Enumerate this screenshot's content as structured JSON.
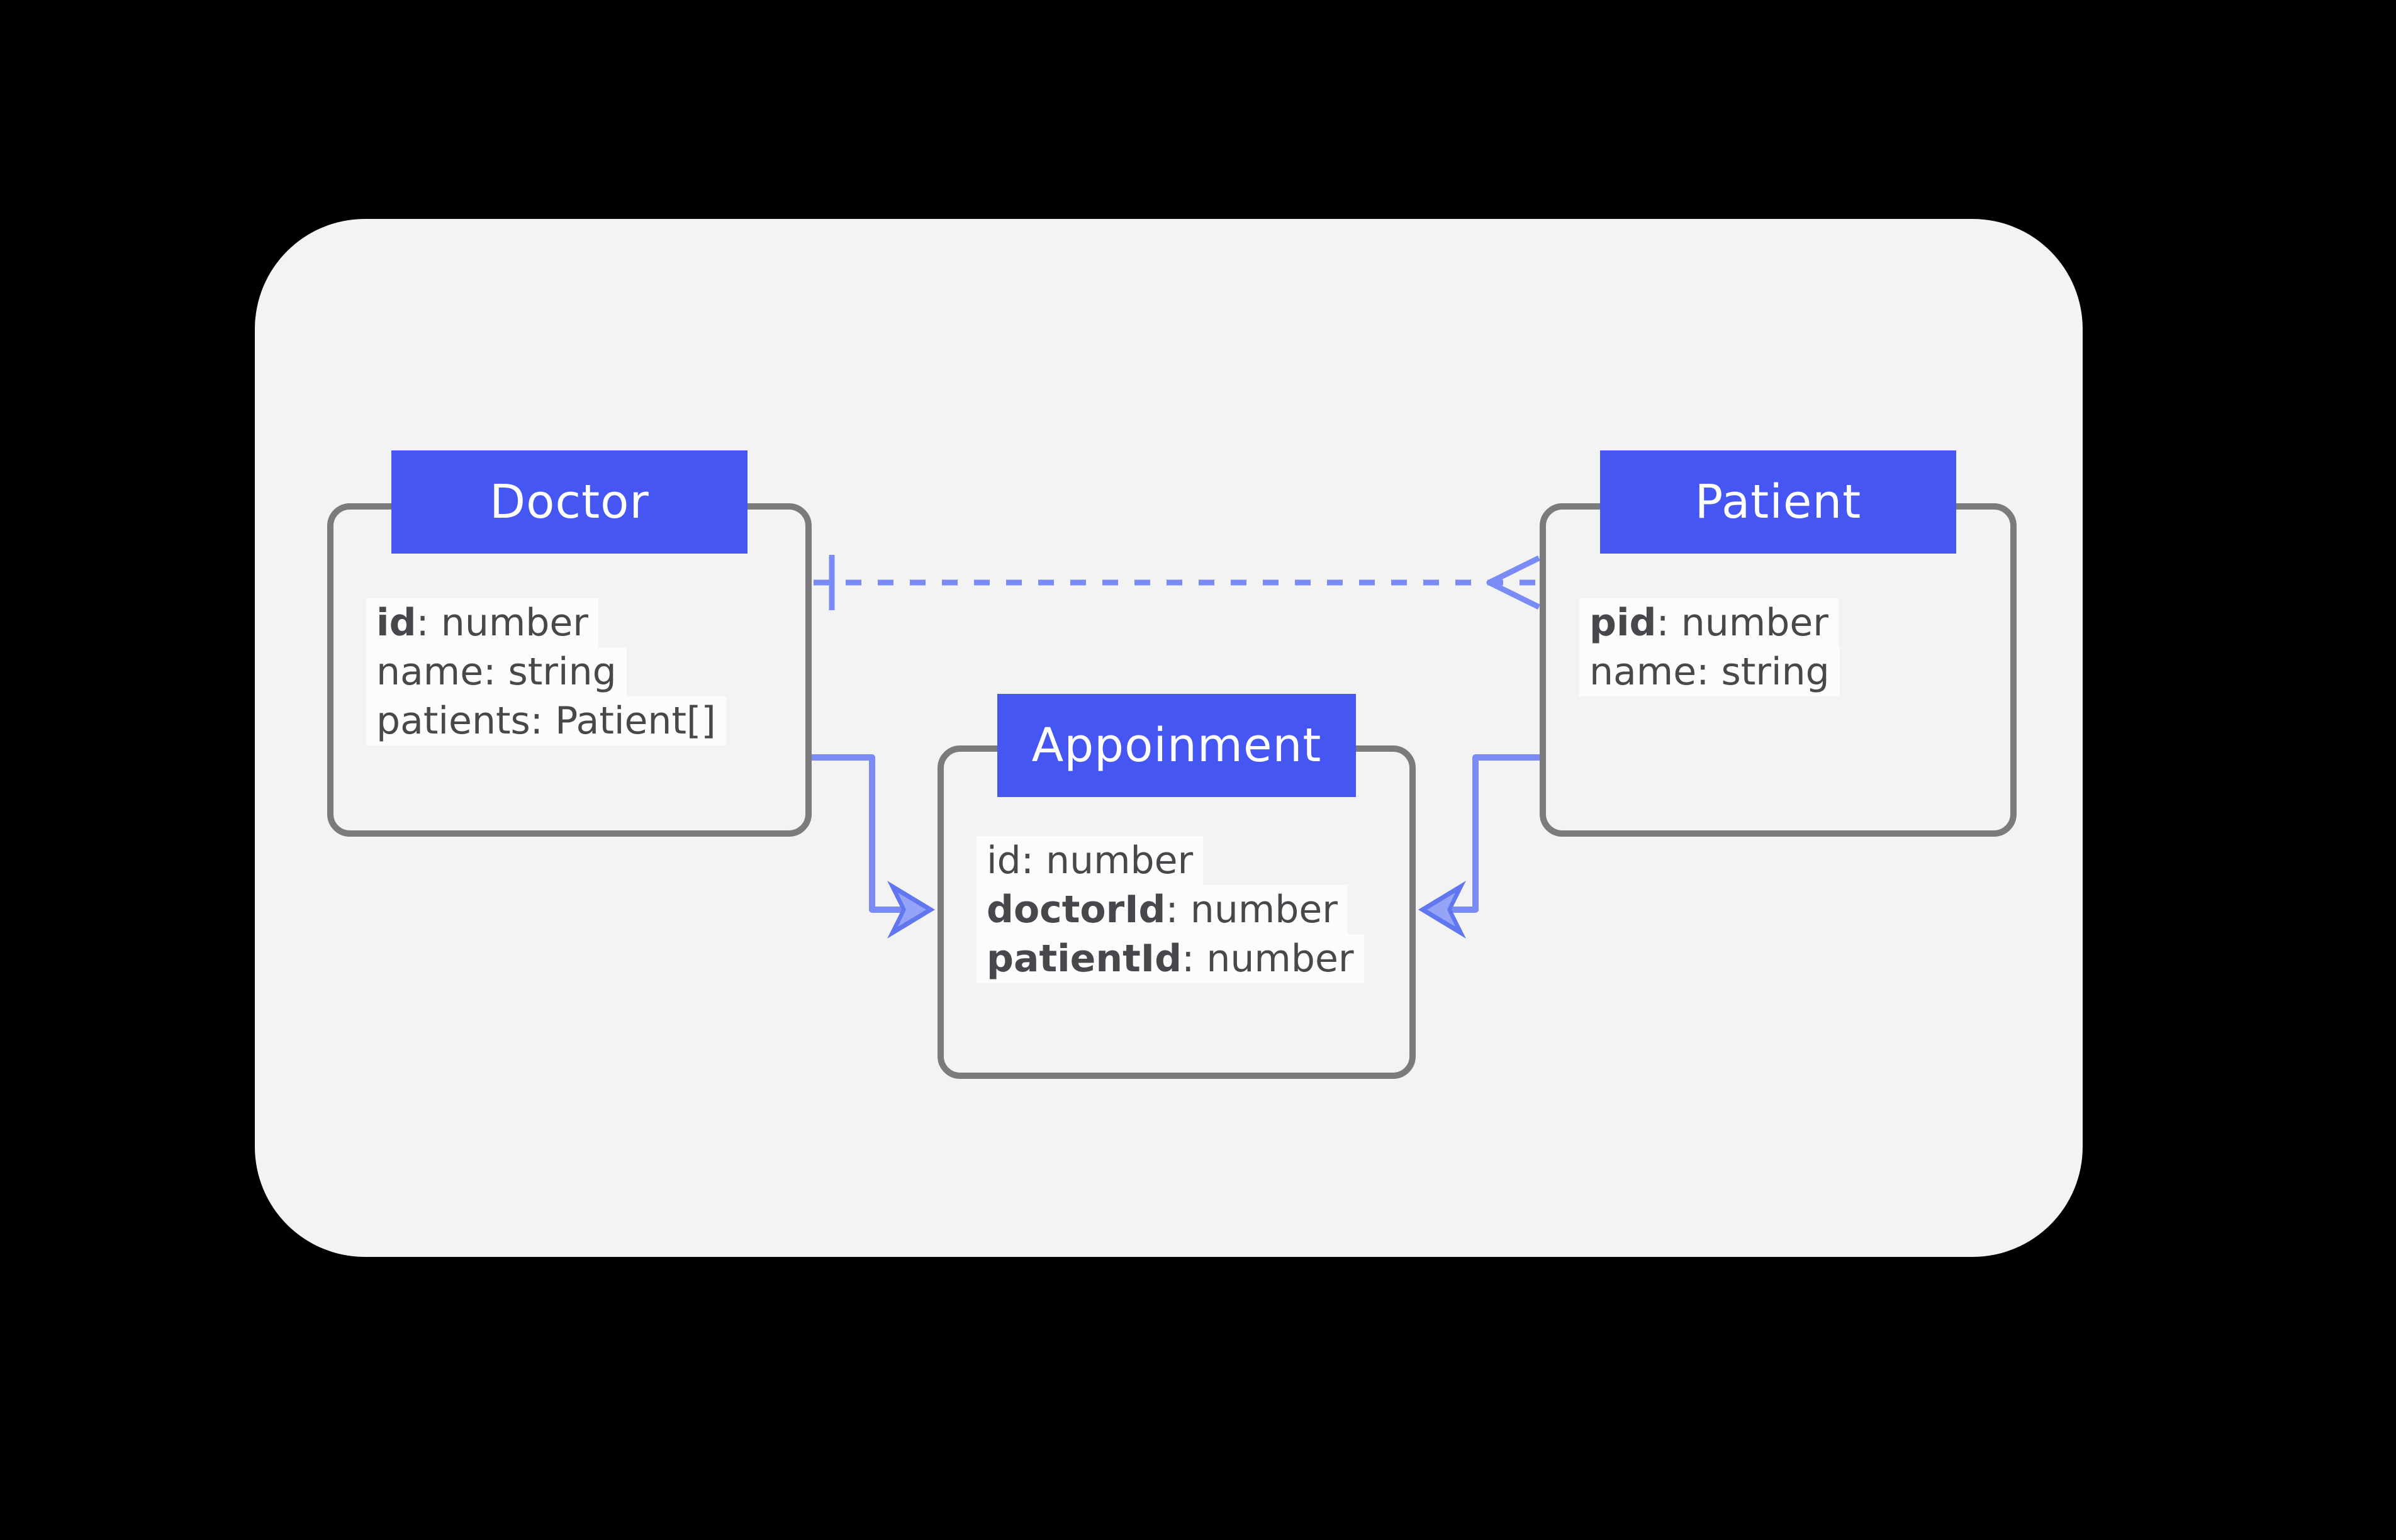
{
  "diagram": {
    "colors": {
      "background": "#000000",
      "canvas": "#f3f3f4",
      "header_accent": "#4656f2",
      "header_text": "#ffffff",
      "relation_line": "#7b8bf5",
      "arrowhead": "#6077f0",
      "arrowhead_inner": "#95a4f7",
      "node_border": "#7b7b7d",
      "field_text": "#48484c"
    },
    "entities": [
      {
        "title": "Doctor",
        "fields": [
          {
            "label": "id",
            "rest": ": number",
            "key": true
          },
          {
            "label": "name",
            "rest": ": string",
            "key": false
          },
          {
            "label": "patients",
            "rest": ": Patient[]",
            "key": false
          }
        ]
      },
      {
        "title": "Patient",
        "fields": [
          {
            "label": "pid",
            "rest": ": number",
            "key": true
          },
          {
            "label": "name",
            "rest": ": string",
            "key": false
          }
        ]
      },
      {
        "title": "Appoinment",
        "fields": [
          {
            "label": "id",
            "rest": ": number",
            "key": false
          },
          {
            "label": "doctorId",
            "rest": ": number",
            "key": true
          },
          {
            "label": "patientId",
            "rest": ": number",
            "key": true
          }
        ]
      }
    ],
    "relations": [
      {
        "from": "Doctor",
        "to": "Patient",
        "style": "dashed",
        "from_marker": "one",
        "to_marker": "many-crow-foot"
      },
      {
        "from": "Doctor",
        "to": "Appoinment",
        "style": "solid",
        "to_marker": "arrow"
      },
      {
        "from": "Patient",
        "to": "Appoinment",
        "style": "solid",
        "to_marker": "arrow"
      }
    ]
  }
}
